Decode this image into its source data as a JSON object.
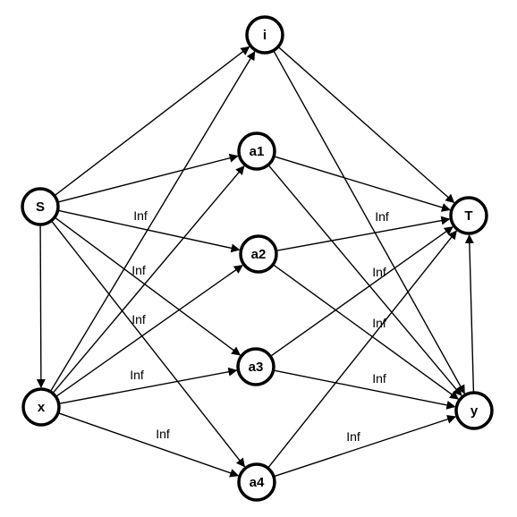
{
  "graph": {
    "nodes": [
      {
        "id": "S",
        "label": "S"
      },
      {
        "id": "i",
        "label": "i"
      },
      {
        "id": "a1",
        "label": "a1"
      },
      {
        "id": "a2",
        "label": "a2"
      },
      {
        "id": "a3",
        "label": "a3"
      },
      {
        "id": "a4",
        "label": "a4"
      },
      {
        "id": "x",
        "label": "x"
      },
      {
        "id": "T",
        "label": "T"
      },
      {
        "id": "y",
        "label": "y"
      }
    ],
    "edges": [
      {
        "from": "S",
        "to": "i",
        "label": ""
      },
      {
        "from": "S",
        "to": "a1",
        "label": ""
      },
      {
        "from": "S",
        "to": "a2",
        "label": "Inf"
      },
      {
        "from": "S",
        "to": "a3",
        "label": "Inf"
      },
      {
        "from": "S",
        "to": "a4",
        "label": "Inf"
      },
      {
        "from": "S",
        "to": "x",
        "label": ""
      },
      {
        "from": "x",
        "to": "i",
        "label": ""
      },
      {
        "from": "x",
        "to": "a1",
        "label": ""
      },
      {
        "from": "x",
        "to": "a2",
        "label": ""
      },
      {
        "from": "x",
        "to": "a3",
        "label": "Inf"
      },
      {
        "from": "x",
        "to": "a4",
        "label": "Inf"
      },
      {
        "from": "i",
        "to": "T",
        "label": ""
      },
      {
        "from": "i",
        "to": "y",
        "label": ""
      },
      {
        "from": "a1",
        "to": "T",
        "label": ""
      },
      {
        "from": "a1",
        "to": "y",
        "label": "Inf"
      },
      {
        "from": "a2",
        "to": "T",
        "label": "Inf"
      },
      {
        "from": "a2",
        "to": "y",
        "label": "Inf"
      },
      {
        "from": "a3",
        "to": "T",
        "label": ""
      },
      {
        "from": "a3",
        "to": "y",
        "label": "Inf"
      },
      {
        "from": "a4",
        "to": "T",
        "label": ""
      },
      {
        "from": "a4",
        "to": "y",
        "label": "Inf"
      },
      {
        "from": "y",
        "to": "T",
        "label": ""
      }
    ]
  }
}
